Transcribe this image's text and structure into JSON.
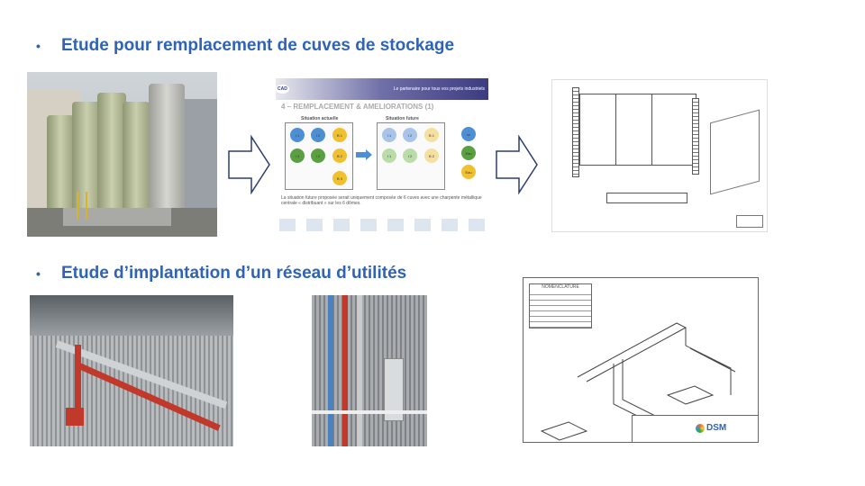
{
  "bullets": [
    {
      "marker": "•",
      "text": "Etude pour remplacement de cuves de stockage"
    },
    {
      "marker": "•",
      "text": "Etude d’implantation d’un réseau d’utilités"
    }
  ],
  "slide_thumbnail": {
    "tagline": "Le partenaire pour tous vos projets industriels",
    "logo": "CAD",
    "title": "4 – REMPLACEMENT & AMELIORATIONS (1)",
    "current_label": "Situation actuelle",
    "future_label": "Situation future",
    "current_tanks": [
      "I 1",
      "I 2",
      "B 1",
      "I 3",
      "I 2",
      "B 2",
      "B 3"
    ],
    "future_tanks": [
      "I 1",
      "I 2",
      "B 1",
      "I 1",
      "I 2",
      "B 2"
    ],
    "legend": [
      "xx",
      "Eau",
      "Eau"
    ],
    "caption": "La situation future proposée serait uniquement composée de 6 cuves avec une charpente métallique centrale « distribuant » sur les 6 dômes."
  },
  "drawing": {
    "table_title": "NOMENCLATURE",
    "brand": "DSM",
    "colors": {
      "dsm": "#2e63b5",
      "accent": "#2e63b5"
    }
  }
}
